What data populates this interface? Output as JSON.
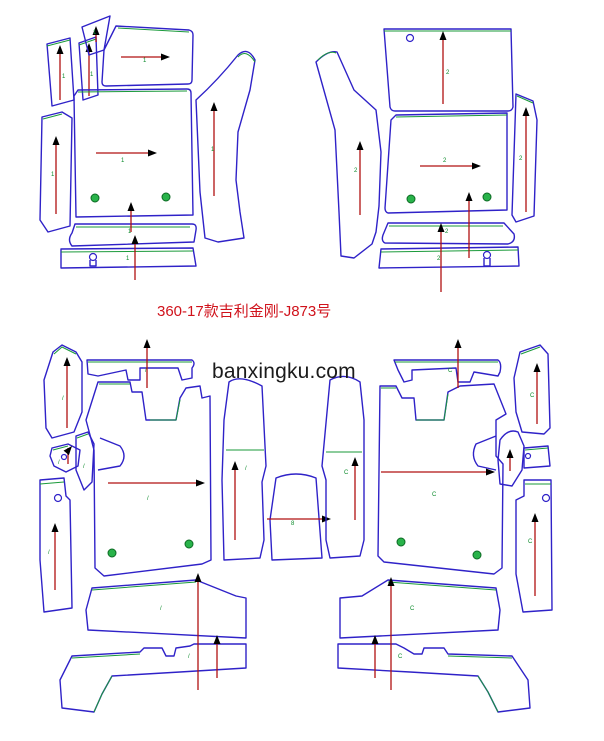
{
  "title": "360-17款吉利金刚-J873号",
  "watermark": "banxingku.com",
  "colors": {
    "outline": "#2f22c8",
    "edge": "#1a9a3a",
    "arrow": "#b01010",
    "title": "#d0121b"
  },
  "pieces": [
    {
      "id": "front-left-small-a",
      "label": "1"
    },
    {
      "id": "front-left-small-b",
      "label": "1"
    },
    {
      "id": "front-left-small-c",
      "label": "1"
    },
    {
      "id": "front-left-top",
      "label": "1"
    },
    {
      "id": "front-left-side-left",
      "label": "1"
    },
    {
      "id": "front-left-main",
      "label": "1"
    },
    {
      "id": "front-left-side-right",
      "label": "1"
    },
    {
      "id": "front-left-sill-upper",
      "label": "1"
    },
    {
      "id": "front-left-sill-lower",
      "label": "1"
    },
    {
      "id": "front-right-side-left",
      "label": "2"
    },
    {
      "id": "front-right-top",
      "label": "2"
    },
    {
      "id": "front-right-main",
      "label": "2"
    },
    {
      "id": "front-right-side-right",
      "label": "2"
    },
    {
      "id": "front-right-sill-upper",
      "label": "2"
    },
    {
      "id": "front-right-sill-lower",
      "label": "2"
    },
    {
      "id": "rear-left-side",
      "label": "/"
    },
    {
      "id": "rear-left-top",
      "label": "/"
    },
    {
      "id": "rear-left-main",
      "label": "/"
    },
    {
      "id": "rear-left-bracket",
      "label": "/"
    },
    {
      "id": "rear-left-strip",
      "label": "/"
    },
    {
      "id": "rear-left-column",
      "label": "/"
    },
    {
      "id": "rear-center-tunnel",
      "label": "8"
    },
    {
      "id": "rear-right-column",
      "label": "C"
    },
    {
      "id": "rear-right-top",
      "label": "C"
    },
    {
      "id": "rear-right-main",
      "label": "C"
    },
    {
      "id": "rear-right-side",
      "label": "C"
    },
    {
      "id": "rear-right-bracket",
      "label": "C"
    },
    {
      "id": "rear-right-strip",
      "label": "C"
    },
    {
      "id": "rear-left-back-upper",
      "label": "/"
    },
    {
      "id": "rear-left-back-lower",
      "label": "/"
    },
    {
      "id": "rear-right-back-upper",
      "label": "C"
    },
    {
      "id": "rear-right-back-lower",
      "label": "C"
    }
  ]
}
